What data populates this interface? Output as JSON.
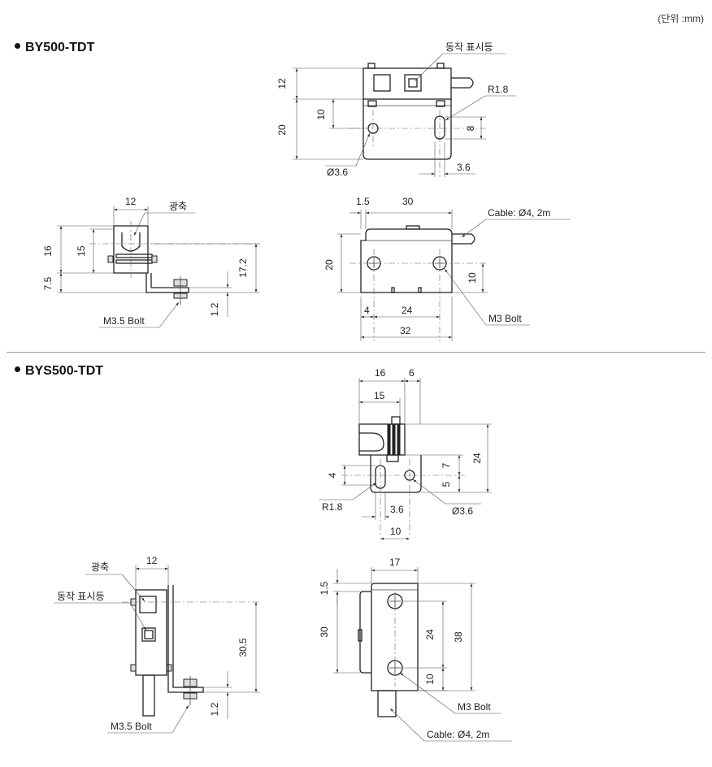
{
  "unit_note": "(단위 :mm)",
  "sections": [
    {
      "title": "BY500-TDT"
    },
    {
      "title": "BYS500-TDT"
    }
  ],
  "by500": {
    "front": {
      "d12": "12",
      "d10": "10",
      "d20": "20",
      "d8": "8",
      "d36": "3.6",
      "hole": "Ø3.6",
      "radius": "R1.8",
      "indicator": "동작 표시등"
    },
    "side": {
      "d12": "12",
      "d16": "16",
      "d15": "15",
      "d75": "7.5",
      "d172": "17.2",
      "d12b": "1.2",
      "axis": "광축",
      "bolt": "M3.5 Bolt"
    },
    "top": {
      "d15": "1.5",
      "d30": "30",
      "d20": "20",
      "d10": "10",
      "d4": "4",
      "d24": "24",
      "d32": "32",
      "cable": "Cable: Ø4, 2m",
      "bolt": "M3 Bolt"
    }
  },
  "bys500": {
    "front": {
      "d16": "16",
      "d6": "6",
      "d15": "15",
      "d24": "24",
      "d7": "7",
      "d5": "5",
      "d4": "4",
      "d36": "3.6",
      "d10": "10",
      "radius": "R1.8",
      "hole": "Ø3.6"
    },
    "side": {
      "axis": "광축",
      "indicator": "동작 표시등",
      "d12": "12",
      "d305": "30.5",
      "d12b": "1.2",
      "bolt": "M3.5 Bolt"
    },
    "top": {
      "d17": "17",
      "d15": "1.5",
      "d30": "30",
      "d24": "24",
      "d38": "38",
      "d10": "10",
      "bolt": "M3 Bolt",
      "cable": "Cable: Ø4, 2m"
    }
  }
}
